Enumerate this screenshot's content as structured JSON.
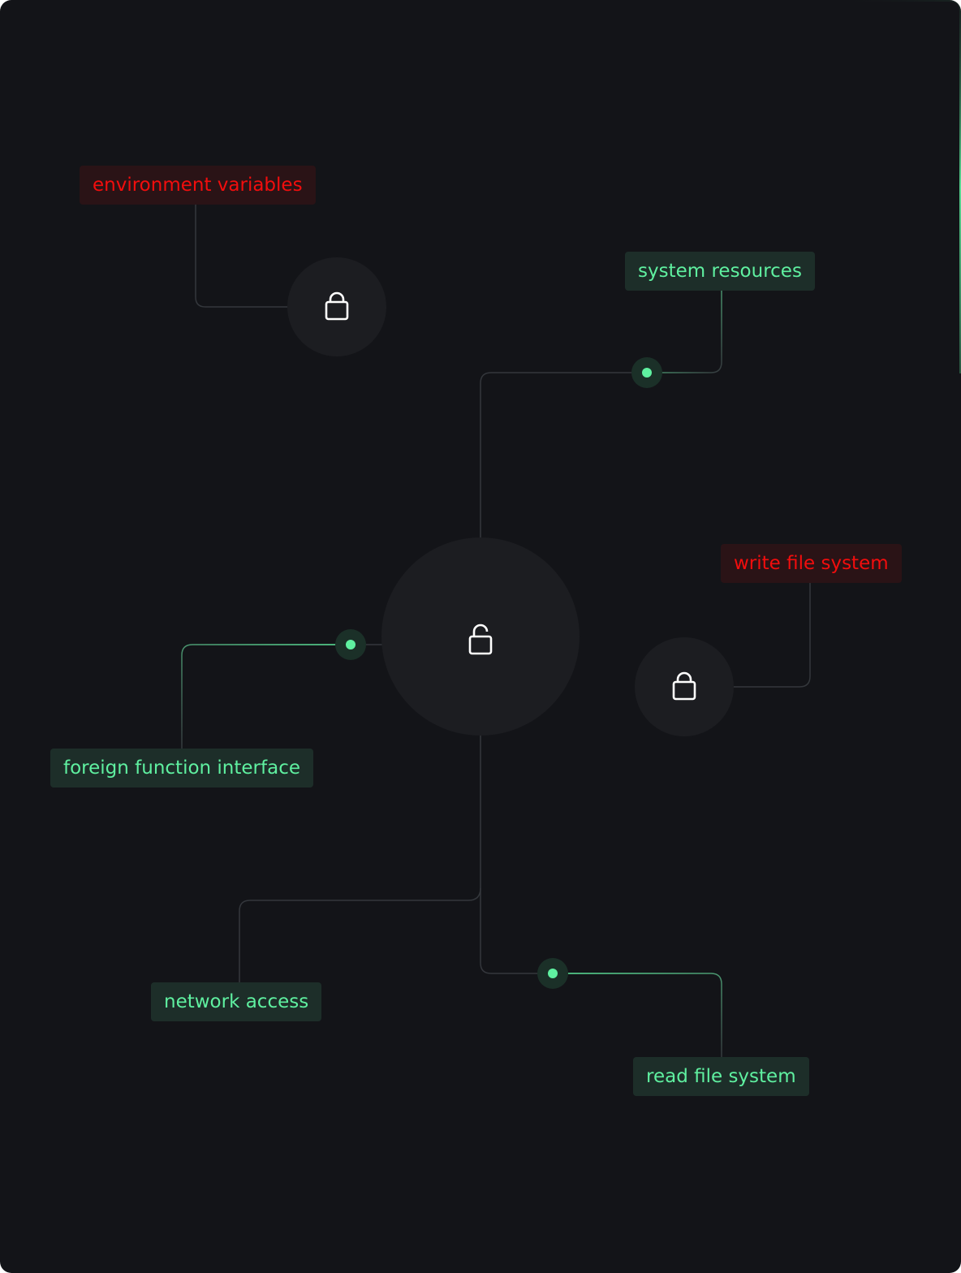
{
  "colors": {
    "background": "#131418",
    "circle": "#1c1d21",
    "line_dim": "#34373c",
    "line_active": "#5ff0a0",
    "allowed_text": "#5ff0a0",
    "allowed_bg": "#1d2e29",
    "denied_text": "#f20d0d",
    "denied_bg": "#2a1316",
    "lock_icon": "#ffffff"
  },
  "center": {
    "icon": "unlocked-lock-icon"
  },
  "permissions": [
    {
      "id": "environment-variables",
      "label": "environment variables",
      "status": "denied",
      "icon": "locked-lock-icon"
    },
    {
      "id": "system-resources",
      "label": "system resources",
      "status": "allowed"
    },
    {
      "id": "write-file-system",
      "label": "write file system",
      "status": "denied",
      "icon": "locked-lock-icon"
    },
    {
      "id": "foreign-function-interface",
      "label": "foreign function interface",
      "status": "allowed"
    },
    {
      "id": "network-access",
      "label": "network access",
      "status": "allowed"
    },
    {
      "id": "read-file-system",
      "label": "read file system",
      "status": "allowed"
    }
  ]
}
